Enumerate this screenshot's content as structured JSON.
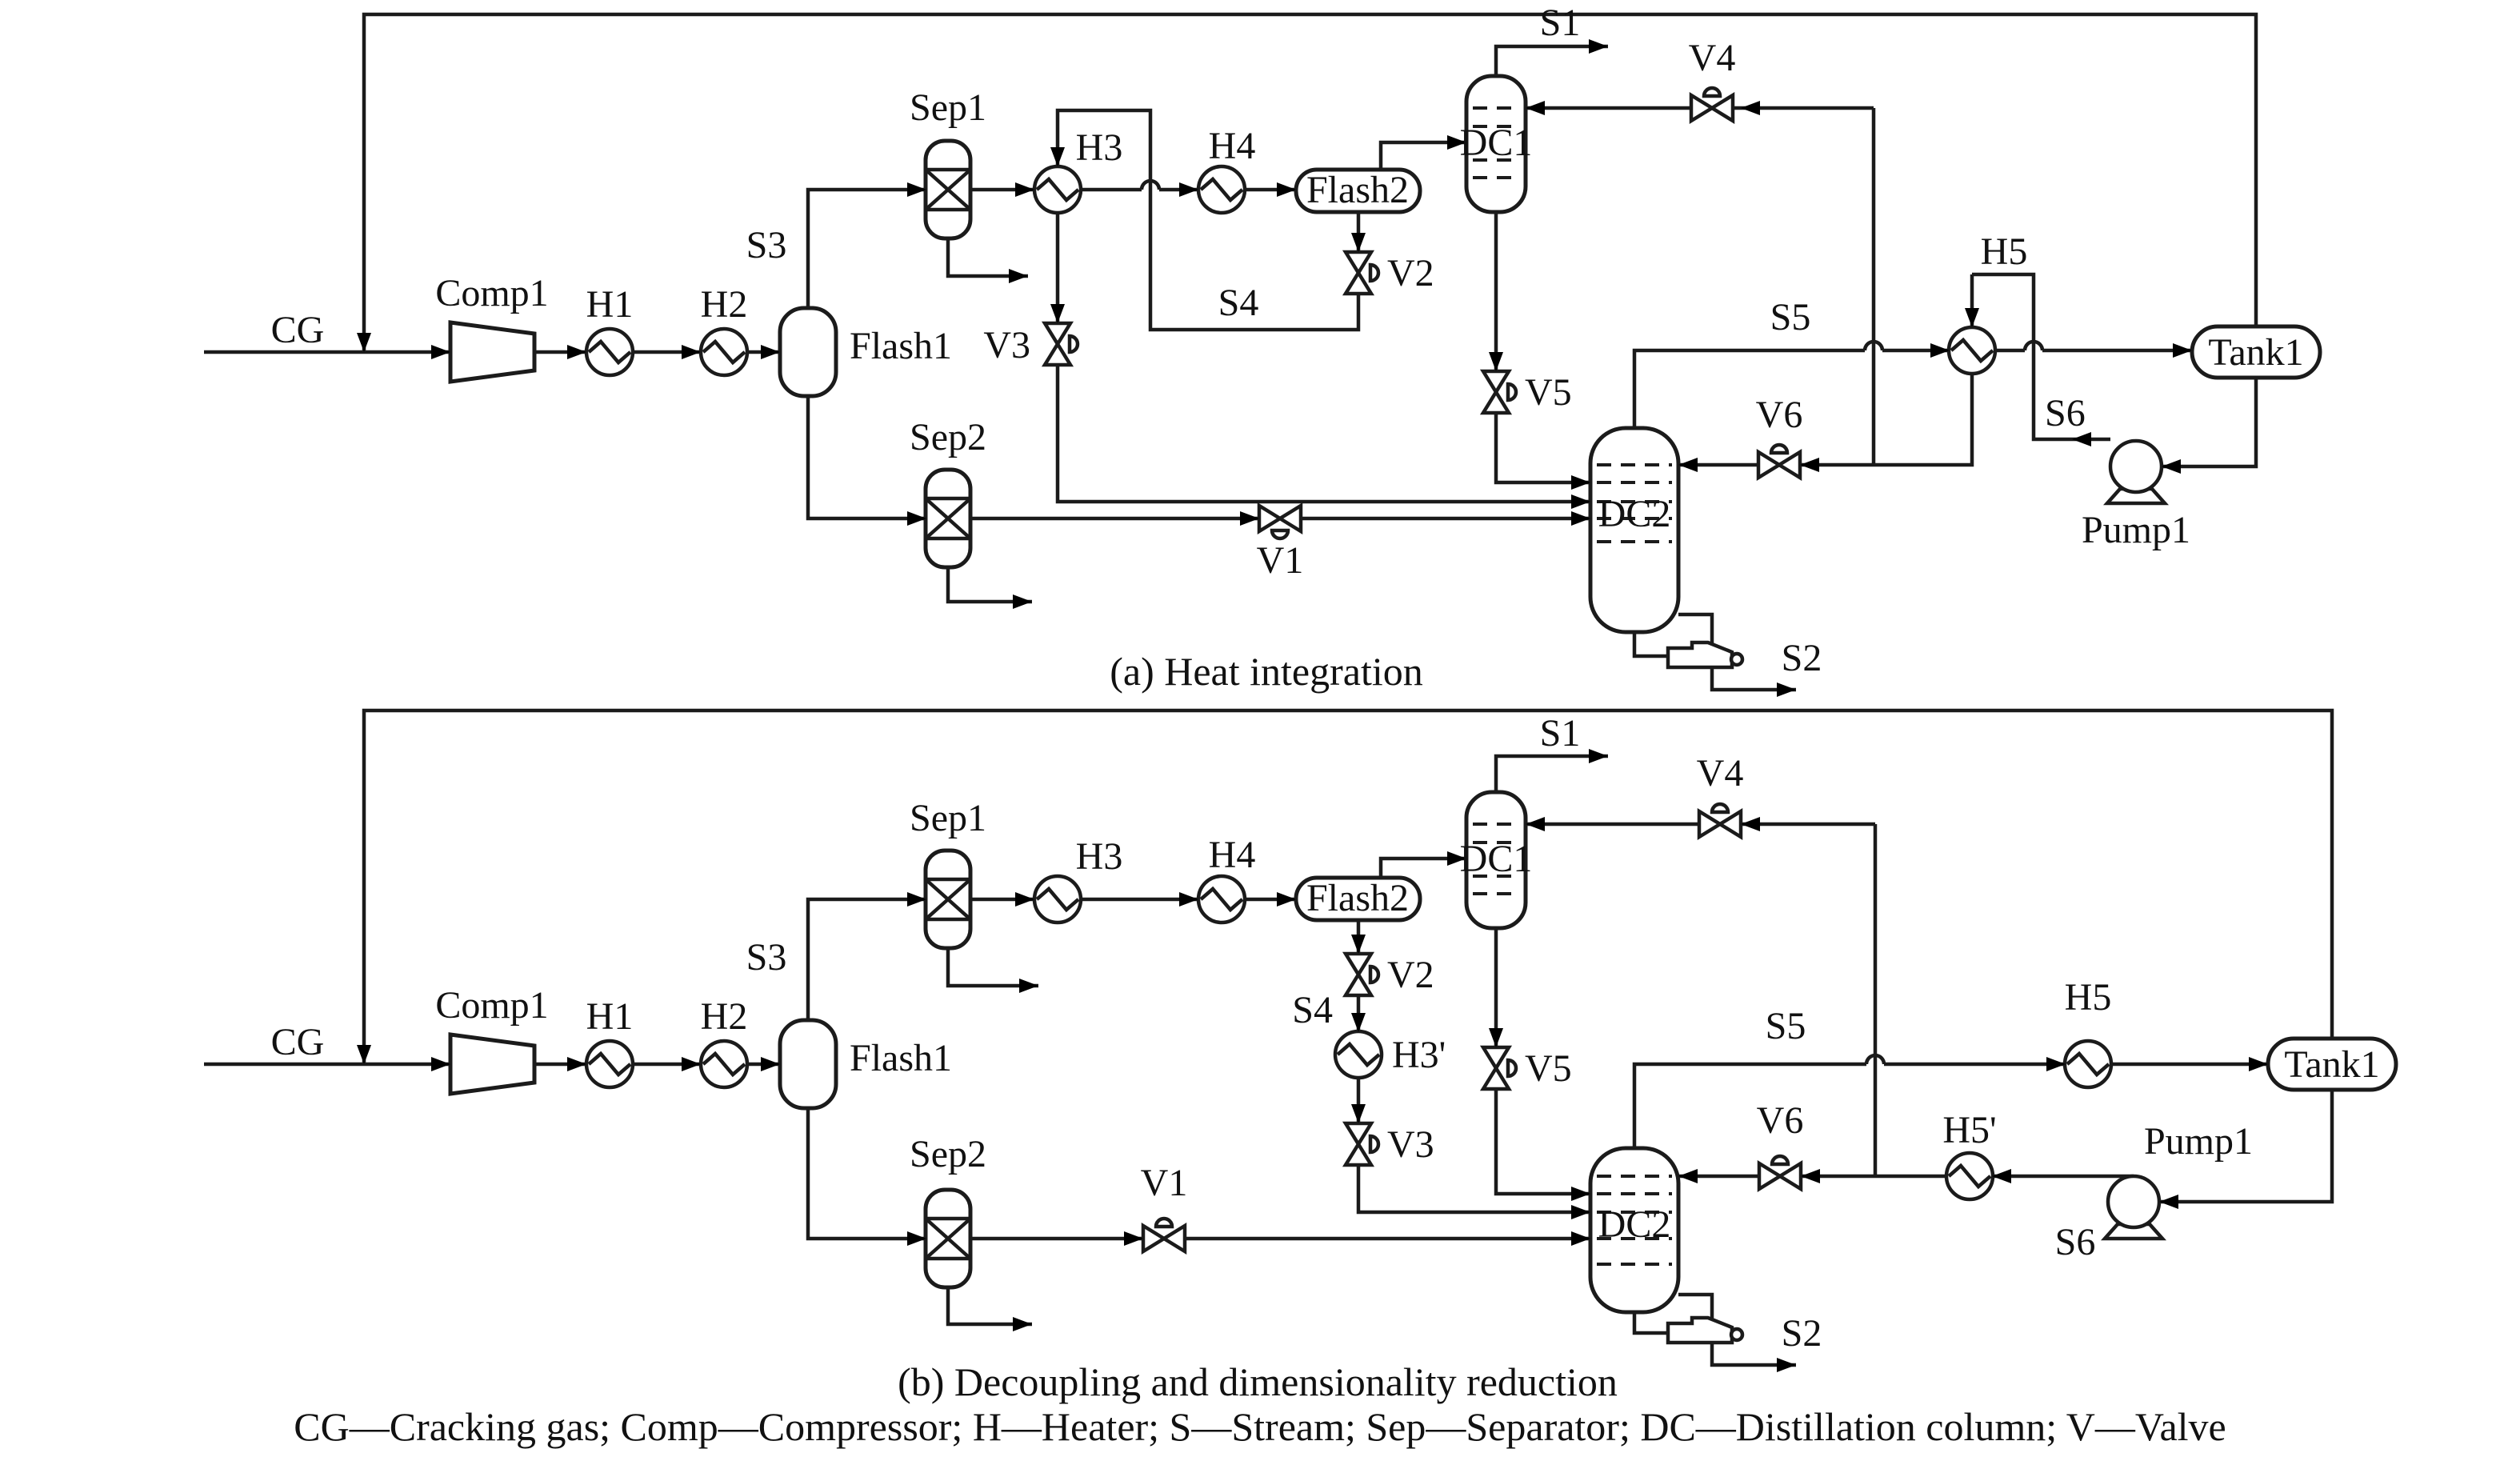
{
  "captions": {
    "a": "(a) Heat integration",
    "b": "(b) Decoupling and dimensionality reduction"
  },
  "legend": "CG—Cracking gas; Comp—Compressor; H—Heater; S—Stream; Sep—Separator; DC—Distillation column; V—Valve",
  "diagram_a": {
    "labels": {
      "cg": "CG",
      "comp1": "Comp1",
      "h1": "H1",
      "h2": "H2",
      "flash1": "Flash1",
      "s3": "S3",
      "sep1": "Sep1",
      "h3": "H3",
      "h4": "H4",
      "flash2": "Flash2",
      "v2": "V2",
      "s4": "S4",
      "v3": "V3",
      "sep2": "Sep2",
      "v1": "V1",
      "dc1": "DC1",
      "s1": "S1",
      "v4": "V4",
      "v5": "V5",
      "dc2": "DC2",
      "v6": "V6",
      "s5": "S5",
      "h5": "H5",
      "tank1": "Tank1",
      "s6": "S6",
      "pump1": "Pump1",
      "s2": "S2"
    }
  },
  "diagram_b": {
    "labels": {
      "cg": "CG",
      "comp1": "Comp1",
      "h1": "H1",
      "h2": "H2",
      "flash1": "Flash1",
      "s3": "S3",
      "sep1": "Sep1",
      "h3": "H3",
      "h4": "H4",
      "flash2": "Flash2",
      "v2": "V2",
      "s4": "S4",
      "h3p": "H3'",
      "v3": "V3",
      "sep2": "Sep2",
      "v1": "V1",
      "dc1": "DC1",
      "s1": "S1",
      "v4": "V4",
      "v5": "V5",
      "dc2": "DC2",
      "v6": "V6",
      "s5": "S5",
      "h5": "H5",
      "h5p": "H5'",
      "tank1": "Tank1",
      "s6": "S6",
      "pump1": "Pump1",
      "s2": "S2"
    }
  }
}
